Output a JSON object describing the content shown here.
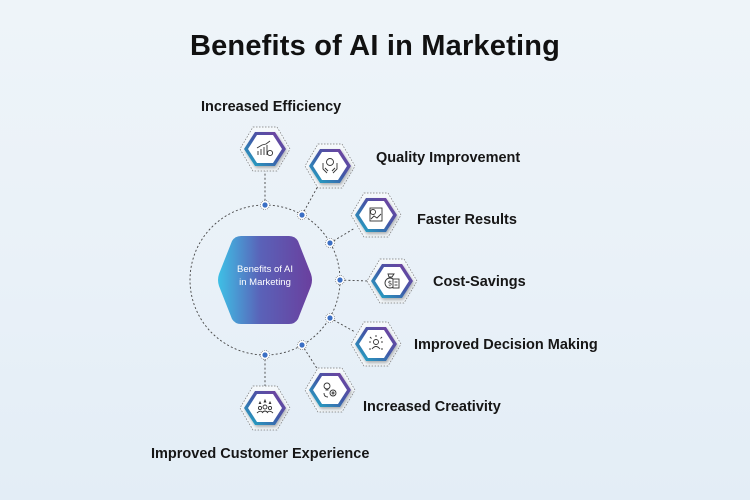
{
  "title": "Benefits of AI in Marketing",
  "center": {
    "line1": "Benefits of AI",
    "line2": "in Marketing",
    "gradient": [
      "#3ec0e6",
      "#5a5fb8",
      "#6a3fa0"
    ]
  },
  "colors": {
    "background": "#eaf2f8",
    "dot": "#3b6fc4",
    "hex_border_start": "#2fb6d4",
    "hex_border_end": "#7a3d9c",
    "dotted_line": "#555555"
  },
  "benefits": [
    {
      "label": "Increased Efficiency",
      "icon": "growth-chart-gear-icon"
    },
    {
      "label": "Quality Improvement",
      "icon": "hands-quality-badge-icon"
    },
    {
      "label": "Faster Results",
      "icon": "report-chart-icon"
    },
    {
      "label": "Cost-Savings",
      "icon": "money-bag-calculator-icon"
    },
    {
      "label": "Improved Decision Making",
      "icon": "person-ideas-icon"
    },
    {
      "label": "Increased Creativity",
      "icon": "lightbulb-gears-icon"
    },
    {
      "label": "Improved Customer Experience",
      "icon": "customer-group-stars-icon"
    }
  ]
}
